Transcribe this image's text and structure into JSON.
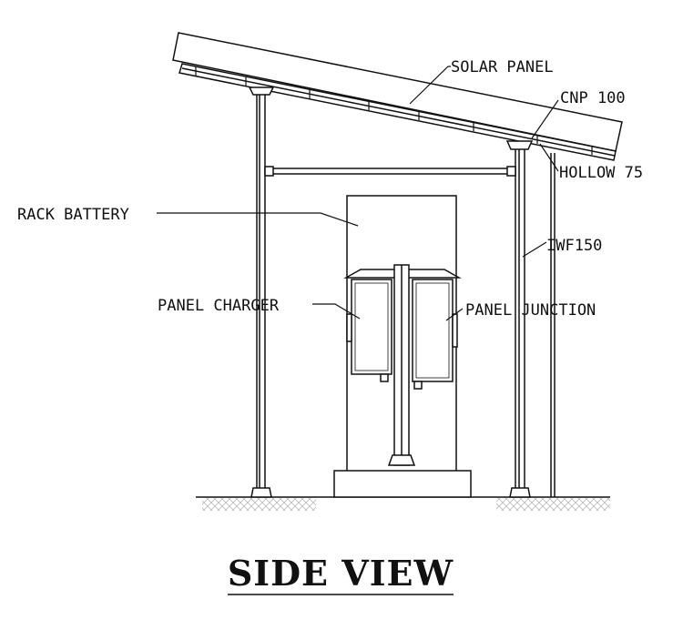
{
  "title": "SIDE VIEW",
  "labels": {
    "solar_panel": "SOLAR PANEL",
    "cnp": "CNP 100",
    "hollow": "HOLLOW 75",
    "rack_battery": "RACK BATTERY",
    "iwf": "IWF150",
    "panel_charger": "PANEL CHARGER",
    "panel_junction": "PANEL JUNCTION"
  },
  "colors": {
    "line": "#111111",
    "hatch": "#bbbbbb",
    "background": "#ffffff"
  }
}
